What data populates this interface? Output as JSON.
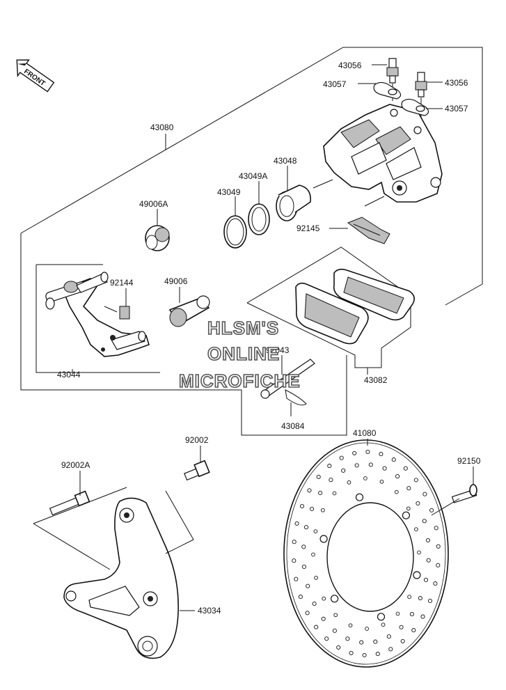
{
  "front_label": "FRONT",
  "watermark": {
    "line1": "HLSM'S",
    "line2": "ONLINE",
    "line3": "MICROFICHE"
  },
  "parts": {
    "p43056_a": "43056",
    "p43056_b": "43056",
    "p43057_a": "43057",
    "p43057_b": "43057",
    "p43080": "43080",
    "p43048": "43048",
    "p43049a": "43049A",
    "p43049": "43049",
    "p49006a": "49006A",
    "p92145": "92145",
    "p92144": "92144",
    "p49006": "49006",
    "p92043": "92043",
    "p43044": "43044",
    "p43082": "43082",
    "p43084": "43084",
    "p92002": "92002",
    "p41080": "41080",
    "p92002a": "92002A",
    "p92150": "92150",
    "p43034": "43034"
  }
}
